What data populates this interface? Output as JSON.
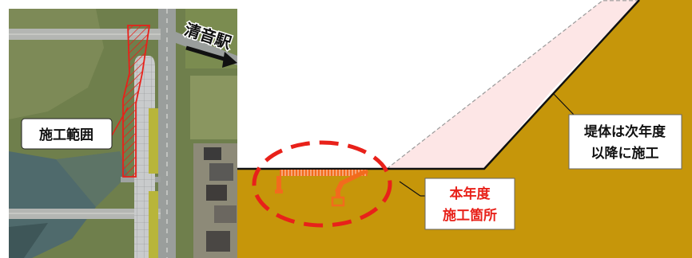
{
  "aerial_photo": {
    "area_label": "施工範囲",
    "station_label": "清音駅"
  },
  "cross_section": {
    "callout_embankment": [
      "堤体は次年度",
      "以降に施工"
    ],
    "callout_this_year": [
      "本年度",
      "施工箇所"
    ]
  },
  "colors": {
    "ground": "#c6960a",
    "embankment_future": "#fde6e6",
    "highlight_red": "#e8211a",
    "structure_orange": "#f26b1d",
    "river_water": "#4f6a6c",
    "vegetation": "#6f7f4c"
  }
}
